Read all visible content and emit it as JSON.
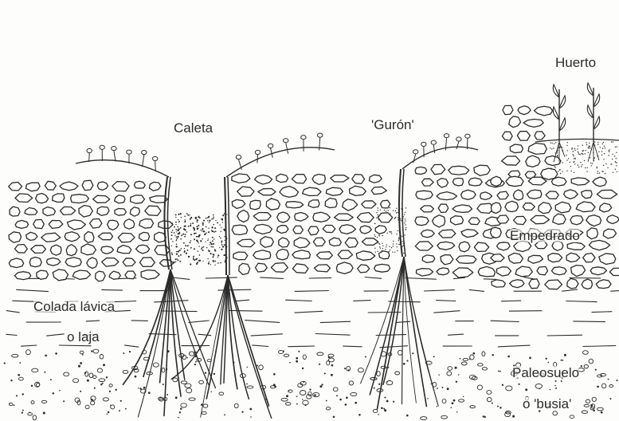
{
  "diagram": {
    "labels": {
      "caleta": "Caleta",
      "guron": "'Gurón'",
      "huerto": "Huerto",
      "empedrado": "Empedrado",
      "colada_line1": "Colada lávica",
      "colada_line2": "o laja",
      "paleosuelo_line1": "Paleosuelo",
      "paleosuelo_line2": "o 'busia'"
    },
    "colors": {
      "ink": "#2b2b2b",
      "paper": "#fdfdfc"
    }
  }
}
